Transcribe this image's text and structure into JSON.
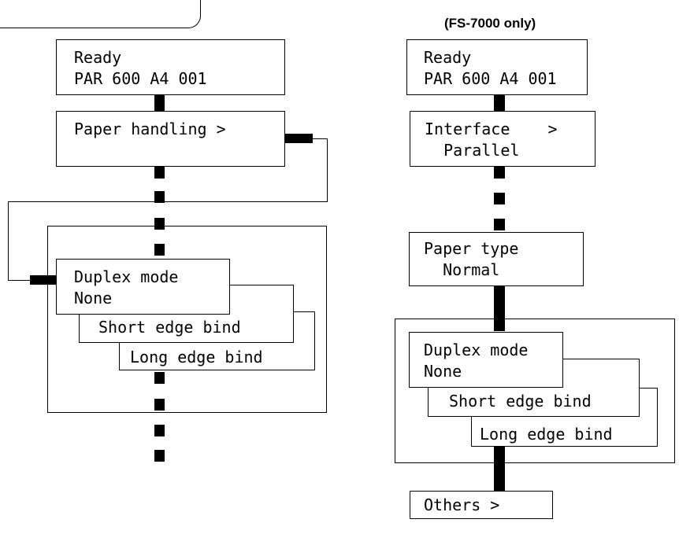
{
  "caption": "(FS-7000 only)",
  "left": {
    "ready": {
      "line1": "Ready",
      "line2": "PAR 600 A4 001"
    },
    "paper_handling": {
      "line1": "Paper handling >"
    },
    "duplex": {
      "line1": "Duplex mode",
      "line2": "None"
    },
    "short_edge": "Short edge bind",
    "long_edge": "Long edge bind"
  },
  "right": {
    "ready": {
      "line1": "Ready",
      "line2": "PAR 600 A4 001"
    },
    "interface": {
      "line1": "Interface    >",
      "line2": "  Parallel"
    },
    "paper_type": {
      "line1": "Paper type",
      "line2": "  Normal"
    },
    "duplex": {
      "line1": "Duplex mode",
      "line2": "None"
    },
    "short_edge": "Short edge bind",
    "long_edge": "Long edge bind",
    "others": "Others >"
  }
}
